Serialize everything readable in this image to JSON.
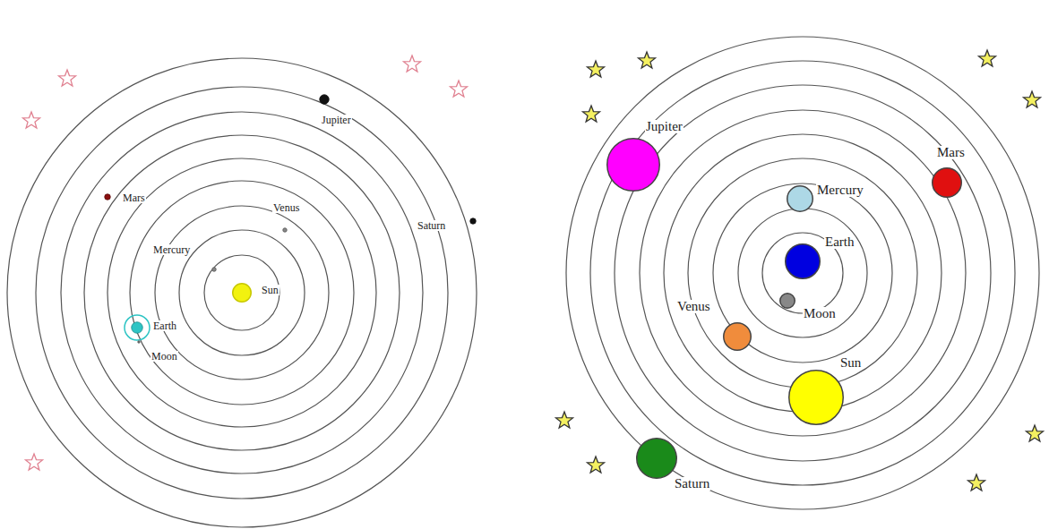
{
  "diagram": {
    "nodes": [
      {
        "text": [
          "Jupiter"
        ]
      },
      {
        "text": [
          "Mars"
        ]
      },
      {
        "text": [
          "Venus"
        ]
      },
      {
        "text": [
          "Saturn"
        ]
      },
      {
        "text": [
          "Mercury"
        ]
      },
      {
        "text": [
          "Sun"
        ]
      },
      {
        "text": [
          "Earth"
        ]
      },
      {
        "text": [
          "Moon"
        ]
      },
      {
        "text": [
          "Jupiter"
        ]
      },
      {
        "text": [
          "Mars"
        ]
      },
      {
        "text": [
          "Mercury"
        ]
      },
      {
        "text": [
          "Earth"
        ]
      },
      {
        "text": [
          "Venus"
        ]
      },
      {
        "text": [
          "Moon"
        ]
      },
      {
        "text": [
          "Sun"
        ]
      },
      {
        "text": [
          "Saturn"
        ]
      }
    ]
  }
}
